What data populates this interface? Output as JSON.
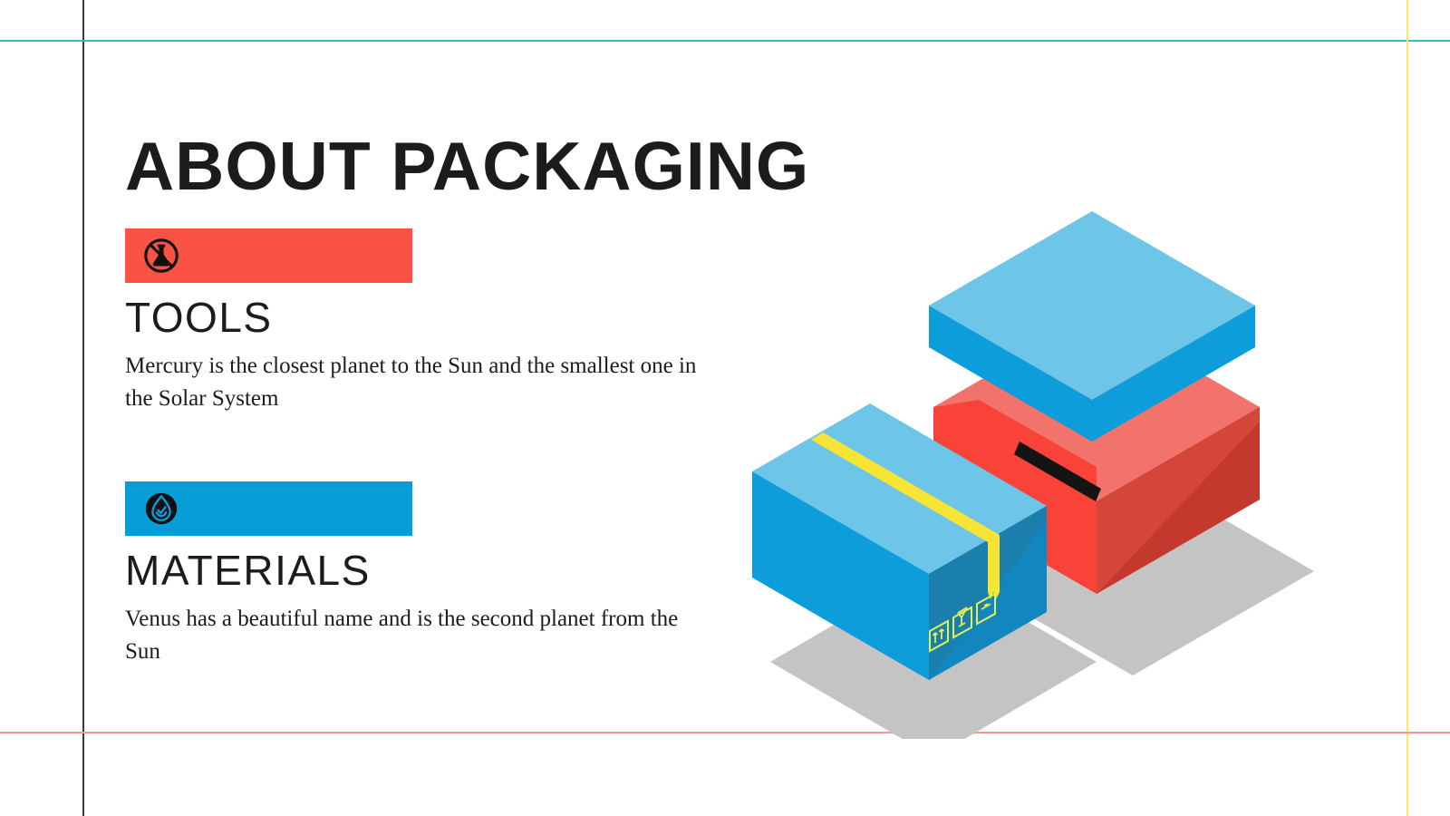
{
  "slide": {
    "title": "ABOUT PACKAGING",
    "background_color": "#ffffff",
    "text_color": "#1c1c1c"
  },
  "guides": {
    "vertical_left_color": "#3a3a3a",
    "horizontal_top_color": "#37b3e0",
    "vertical_right_color": "#f5e96a",
    "horizontal_bottom_color": "#ef9a92"
  },
  "features": [
    {
      "id": "tools",
      "heading": "TOOLS",
      "body": "Mercury is the closest planet to the Sun and the smallest one in the Solar System",
      "bar_color": "#fa5244",
      "icon": "no-flask-icon",
      "icon_color": "#111111"
    },
    {
      "id": "materials",
      "heading": "MATERIALS",
      "body": "Venus has a beautiful name and is the second planet from the Sun",
      "bar_color": "#069dd9",
      "icon": "water-drop-check-icon",
      "icon_color": "#111111"
    }
  ],
  "illustration": {
    "name": "isometric-packaging-boxes",
    "colors": {
      "lid_top": "#6dc5e8",
      "lid_side": "#0d9ddb",
      "blue_box_top": "#6dc5e8",
      "blue_box_front": "#0d9ddb",
      "blue_box_side": "#1286be",
      "red_box_top": "#f2736b",
      "red_box_front": "#fa4338",
      "red_box_side": "#c4382e",
      "tape": "#f7e434",
      "slot": "#141414",
      "shadow": "#c4c4c4"
    },
    "labels": [
      "this-way-up-icon",
      "fragile-glass-icon",
      "handle-with-care-icon"
    ]
  }
}
